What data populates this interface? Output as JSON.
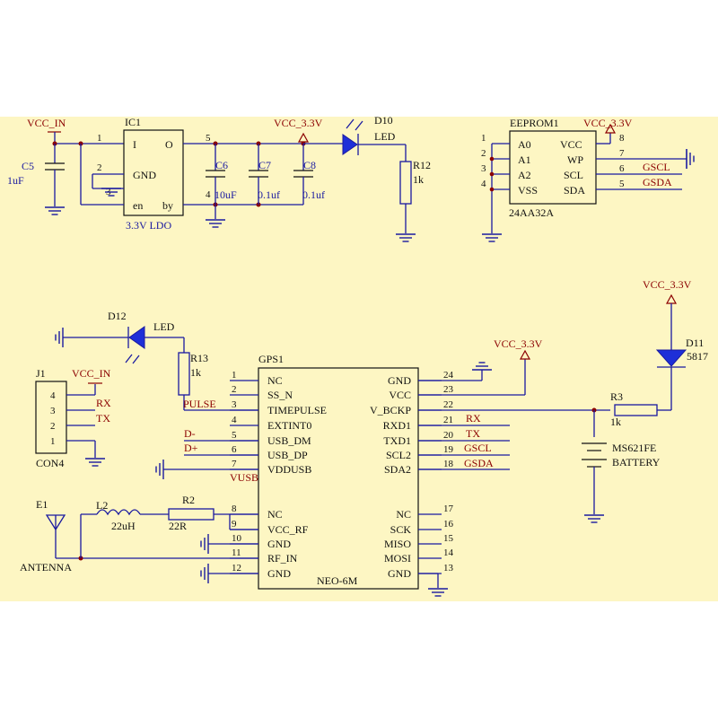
{
  "nets": {
    "vcc_in": "VCC_IN",
    "vcc_33": "VCC_3.3V",
    "pulse": "PULSE",
    "vusb": "VUSB",
    "d_minus": "D-",
    "d_plus": "D+",
    "rx": "RX",
    "tx": "TX",
    "gscl": "GSCL",
    "gsda": "GSDA"
  },
  "ic1": {
    "ref": "IC1",
    "value": "3.3V  LDO",
    "pin_i": "I",
    "pin_o": "O",
    "pin_gnd": "GND",
    "pin_en": "en",
    "pin_by": "by",
    "num_1": "1",
    "num_2": "2",
    "num_3": "3",
    "num_4": "4",
    "num_5": "5"
  },
  "caps": {
    "c5_ref": "C5",
    "c5_val": "1uF",
    "c6_ref": "C6",
    "c6_val": "10uF",
    "c7_ref": "C7",
    "c7_val": "0.1uf",
    "c8_ref": "C8",
    "c8_val": "0.1uf"
  },
  "d10": {
    "ref": "D10",
    "value": "LED"
  },
  "r12": {
    "ref": "R12",
    "value": "1k"
  },
  "eeprom": {
    "ref": "EEPROM1",
    "value": "24AA32A",
    "pins_left": [
      "A0",
      "A1",
      "A2",
      "VSS"
    ],
    "pins_right": [
      "VCC",
      "WP",
      "SCL",
      "SDA"
    ],
    "nums_left": [
      "1",
      "2",
      "3",
      "4"
    ],
    "nums_right": [
      "8",
      "7",
      "6",
      "5"
    ]
  },
  "d12": {
    "ref": "D12",
    "value": "LED"
  },
  "r13": {
    "ref": "R13",
    "value": "1k"
  },
  "j1": {
    "ref": "J1",
    "value": "CON4",
    "pins": [
      "4",
      "3",
      "2",
      "1"
    ]
  },
  "gps": {
    "ref": "GPS1",
    "value": "NEO-6M",
    "pins_left": [
      "NC",
      "SS_N",
      "TIMEPULSE",
      "EXTINT0",
      "USB_DM",
      "USB_DP",
      "VDDUSB",
      "NC",
      "VCC_RF",
      "GND",
      "RF_IN",
      "GND"
    ],
    "nums_left": [
      "1",
      "2",
      "3",
      "4",
      "5",
      "6",
      "7",
      "8",
      "9",
      "10",
      "11",
      "12"
    ],
    "pins_right": [
      "GND",
      "VCC",
      "V_BCKP",
      "RXD1",
      "TXD1",
      "SCL2",
      "SDA2",
      "NC",
      "SCK",
      "MISO",
      "MOSI",
      "GND"
    ],
    "nums_right": [
      "24",
      "23",
      "22",
      "21",
      "20",
      "19",
      "18",
      "17",
      "16",
      "15",
      "14",
      "13"
    ]
  },
  "d11": {
    "ref": "D11",
    "value": "5817"
  },
  "r3": {
    "ref": "R3",
    "value": "1k"
  },
  "battery": {
    "value": "MS621FE",
    "label": "BATTERY"
  },
  "antenna": {
    "ref": "E1",
    "label": "ANTENNA"
  },
  "l2": {
    "ref": "L2",
    "value": "22uH"
  },
  "r2": {
    "ref": "R2",
    "value": "22R"
  },
  "colors": {
    "background_band": "#fdf6c3",
    "wire": "#1a1aa0",
    "label": "#8b0000",
    "led_fill": "#1e2fd8"
  }
}
